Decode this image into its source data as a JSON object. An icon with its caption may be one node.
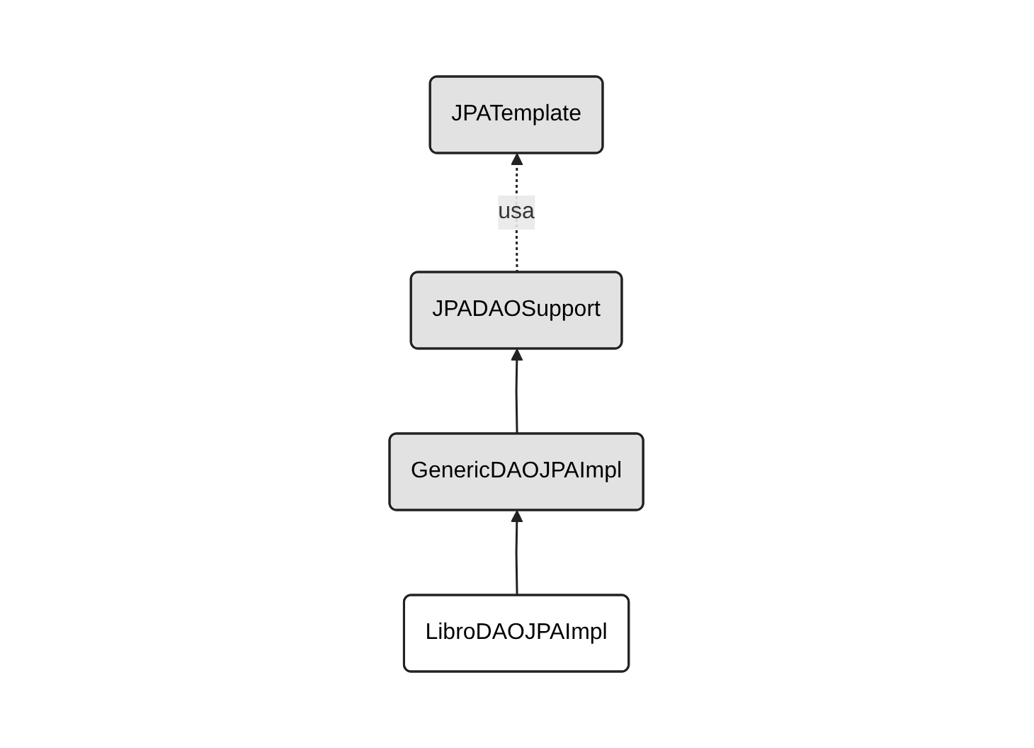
{
  "diagram": {
    "nodes": [
      {
        "text": [
          "JPADAOSupport"
        ]
      },
      {
        "text": [
          "JPATemplate"
        ]
      },
      {
        "text": [
          "GenericDAOJPAImpl"
        ]
      },
      {
        "text": [
          "LibroDAOJPAImpl"
        ]
      }
    ],
    "edges": [
      {
        "from": 0,
        "to": 1,
        "arrow": "to",
        "label": "usa",
        "style": "dashed"
      },
      {
        "from": 2,
        "to": 0,
        "arrow": "to"
      },
      {
        "from": 3,
        "to": 2,
        "arrow": "to"
      }
    ]
  }
}
